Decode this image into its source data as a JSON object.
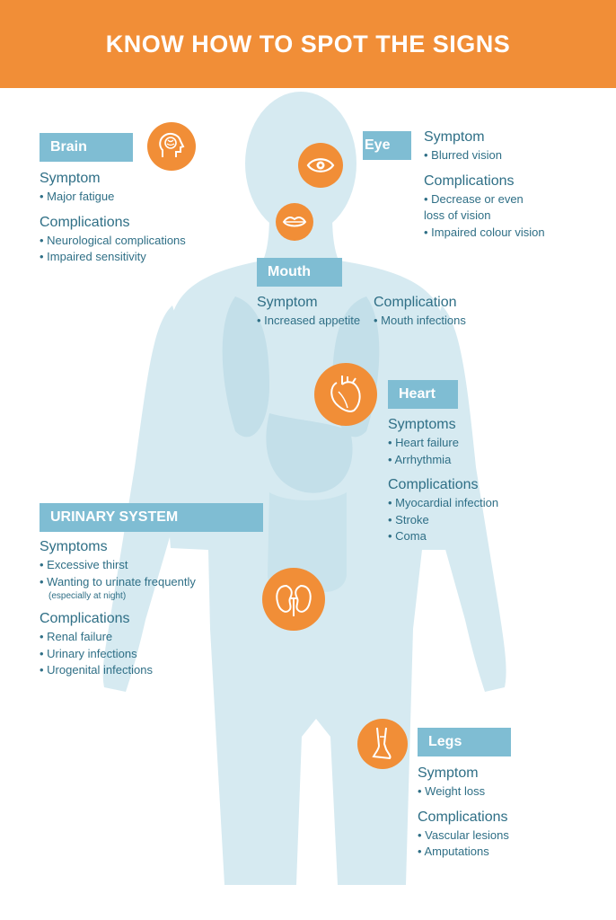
{
  "header": {
    "title": "KNOW HOW TO SPOT THE SIGNS"
  },
  "colors": {
    "accent": "#f18e37",
    "tag": "#7fbdd3",
    "text": "#2f6f86",
    "body": "#d6eaf1"
  },
  "brain": {
    "label": "Brain",
    "symptom_heading": "Symptom",
    "symptoms": [
      "• Major fatigue"
    ],
    "complications_heading": "Complications",
    "complications": [
      "• Neurological complications",
      "• Impaired sensitivity"
    ],
    "icon": "brain-icon"
  },
  "eye": {
    "label": "Eye",
    "symptom_heading": "Symptom",
    "symptoms": [
      "• Blurred vision"
    ],
    "complications_heading": "Complications",
    "complications": [
      "• Decrease or even",
      "loss of vision",
      "• Impaired colour vision"
    ],
    "icon": "eye-icon"
  },
  "mouth": {
    "label": "Mouth",
    "symptom_heading": "Symptom",
    "symptoms": [
      "• Increased appetite"
    ],
    "complications_heading": "Complication",
    "complications": [
      "• Mouth infections"
    ],
    "icon": "lips-icon"
  },
  "heart": {
    "label": "Heart",
    "symptom_heading": "Symptoms",
    "symptoms": [
      "• Heart failure",
      "• Arrhythmia"
    ],
    "complications_heading": "Complications",
    "complications": [
      "• Myocardial infection",
      "• Stroke",
      "• Coma"
    ],
    "icon": "heart-icon"
  },
  "urinary": {
    "label": "URINARY SYSTEM",
    "symptom_heading": "Symptoms",
    "symptoms": [
      "• Excessive thirst",
      "• Wanting to urinate frequently"
    ],
    "symptom_note": "(especially at night)",
    "complications_heading": "Complications",
    "complications": [
      "• Renal failure",
      "• Urinary infections",
      "• Urogenital infections"
    ],
    "icon": "kidneys-icon"
  },
  "legs": {
    "label": "Legs",
    "symptom_heading": "Symptom",
    "symptoms": [
      "• Weight loss"
    ],
    "complications_heading": "Complications",
    "complications": [
      "• Vascular lesions",
      "• Amputations"
    ],
    "icon": "leg-icon"
  }
}
